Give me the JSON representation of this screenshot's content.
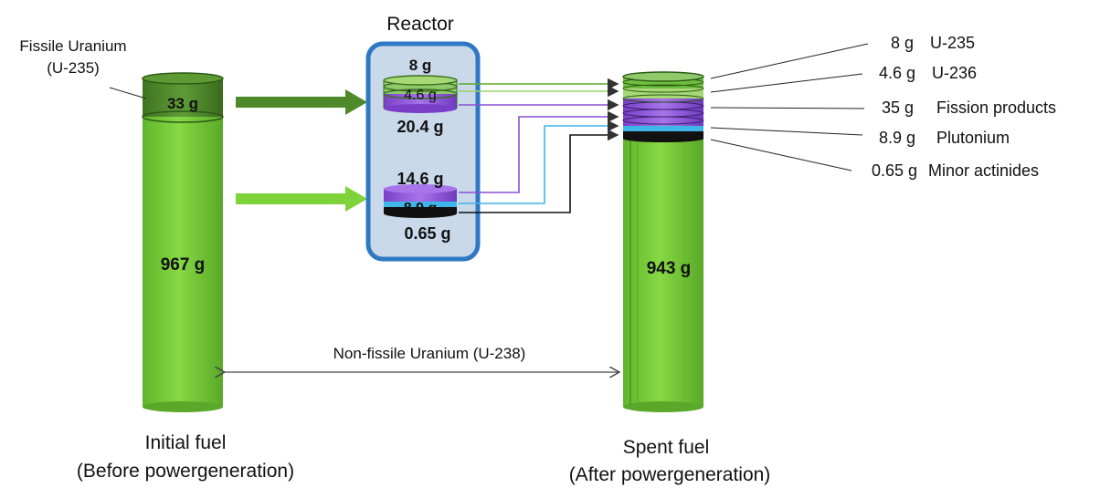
{
  "reactor": {
    "title": "Reactor",
    "top_stack": {
      "u235_label": "8 g",
      "u236_label": "4.6 g",
      "fp_label": "20.4 g"
    },
    "bottom_stack": {
      "fp_label": "14.6 g",
      "pu_label": "8.9 g",
      "ma_label": "0.65 g"
    }
  },
  "initial_fuel": {
    "fissile_label_line1": "Fissile Uranium",
    "fissile_label_line2": "(U-235)",
    "u235_mass": "33 g",
    "u238_mass": "967 g",
    "caption_line1": "Initial fuel",
    "caption_line2": "(Before powergeneration)"
  },
  "spent_fuel": {
    "u238_mass": "943 g",
    "caption_line1": "Spent fuel",
    "caption_line2": "(After powergeneration)"
  },
  "non_fissile_label": "Non-fissile Uranium (U-238)",
  "composition": [
    {
      "amount": "8 g",
      "name": "U-235",
      "color": "#6fbf3f"
    },
    {
      "amount": "4.6 g",
      "name": "U-236",
      "color": "#a6d875"
    },
    {
      "amount": "35 g",
      "name": "Fission products",
      "color": "#8a4fd6"
    },
    {
      "amount": "8.9 g",
      "name": "Plutonium",
      "color": "#3fb6e8"
    },
    {
      "amount": "0.65 g",
      "name": "Minor actinides",
      "color": "#111111"
    }
  ],
  "colors": {
    "u238_green": "#7ed23a",
    "u235_dark_green": "#4e8a2a",
    "reactor_border": "#2f78c4",
    "reactor_fill": "#c9d9ea"
  }
}
